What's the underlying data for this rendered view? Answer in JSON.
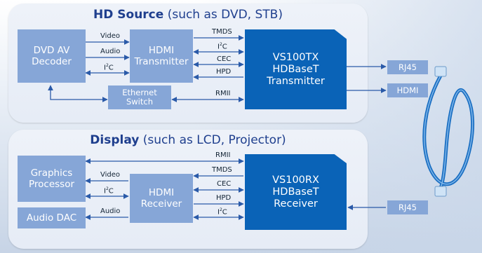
{
  "colors": {
    "box_light": "#86a6d7",
    "box_dark": "#0a63b7",
    "title": "#1f3f8e",
    "line": "#2a5aa8"
  },
  "top_panel": {
    "title_bold": "HD Source",
    "title_rest": " (such as DVD, STB)",
    "decoder": [
      "DVD AV",
      "Decoder"
    ],
    "transmitter": [
      "HDMI",
      "Transmitter"
    ],
    "ethernet": [
      "Ethernet",
      "Switch"
    ],
    "vs100": [
      "VS100TX",
      "HDBaseT",
      "Transmitter"
    ],
    "labels": {
      "video": "Video",
      "audio": "Audio",
      "i2c_a": "I",
      "i2c_b": "C",
      "two": "2",
      "tmds": "TMDS",
      "cec": "CEC",
      "hpd": "HPD",
      "rmii": "RMII"
    },
    "out_rj45": "RJ45",
    "out_hdmi": "HDMI"
  },
  "bottom_panel": {
    "title_bold": "Display",
    "title_rest": " (such as LCD, Projector)",
    "graphics": [
      "Graphics",
      "Processor"
    ],
    "audio_dac": "Audio DAC",
    "receiver": [
      "HDMI",
      "Receiver"
    ],
    "vs100": [
      "VS100RX",
      "HDBaseT",
      "Receiver"
    ],
    "labels": {
      "rmii": "RMII",
      "tmds": "TMDS",
      "video": "Video",
      "cec": "CEC",
      "i2c_a": "I",
      "i2c_b": "C",
      "two": "2",
      "hpd": "HPD",
      "audio": "Audio"
    },
    "in_rj45": "RJ45"
  }
}
